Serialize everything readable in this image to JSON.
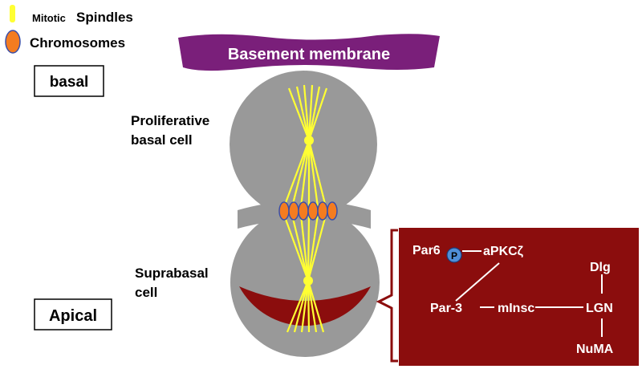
{
  "legend": {
    "spindle_prefix": "Mitotic",
    "spindle_label": "Spindles",
    "chromosome_label": "Chromosomes"
  },
  "labels": {
    "basal": "basal",
    "apical": "Apical",
    "basement_membrane": "Basement membrane",
    "top_cell_line1": "Proliferative",
    "top_cell_line2": "basal cell",
    "bottom_cell_line1": "Suprabasal",
    "bottom_cell_line2": "cell"
  },
  "complex": {
    "par6": "Par6",
    "phospho": "P",
    "apkc": "aPKCζ",
    "par3": "Par-3",
    "minsc": "mInsc",
    "lgn": "LGN",
    "dlg": "Dlg",
    "numa": "NuMA"
  },
  "colors": {
    "spindle": "#ffff33",
    "chromosome": "#f47c20",
    "chromosome_outline": "#3b4fa8",
    "membrane": "#7a1f7a",
    "cell": "#999999",
    "apical_cap": "#8b0d0d",
    "phospho": "#4f8fd8"
  }
}
